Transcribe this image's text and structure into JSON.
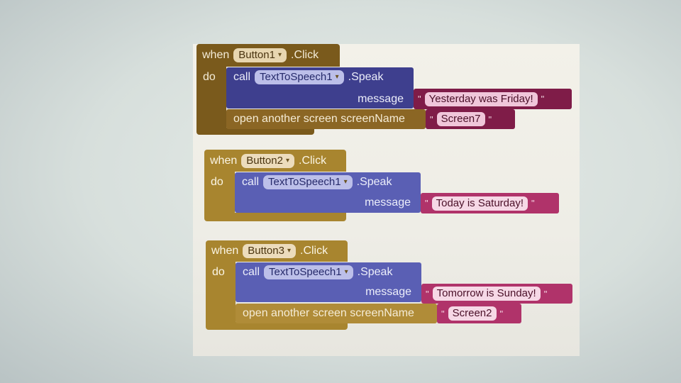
{
  "blocks": [
    {
      "when": "when",
      "button": "Button1",
      "event": ".Click",
      "do": "do",
      "call": "call",
      "component": "TextToSpeech1",
      "method": ".Speak",
      "message_label": "message",
      "message": "Yesterday was Friday!",
      "open_label": "open another screen  screenName",
      "screen": "Screen7"
    },
    {
      "when": "when",
      "button": "Button2",
      "event": ".Click",
      "do": "do",
      "call": "call",
      "component": "TextToSpeech1",
      "method": ".Speak",
      "message_label": "message",
      "message": "Today is Saturday!"
    },
    {
      "when": "when",
      "button": "Button3",
      "event": ".Click",
      "do": "do",
      "call": "call",
      "component": "TextToSpeech1",
      "method": ".Speak",
      "message_label": "message",
      "message": "Tomorrow is Sunday!",
      "open_label": "open another screen  screenName",
      "screen": "Screen2"
    }
  ],
  "quote_glyph": "\"",
  "caret_glyph": "▾",
  "colors": {
    "event_block": "#7a5a1c",
    "call_block": "#3e3f8e",
    "text_block": "#7f1c48"
  }
}
